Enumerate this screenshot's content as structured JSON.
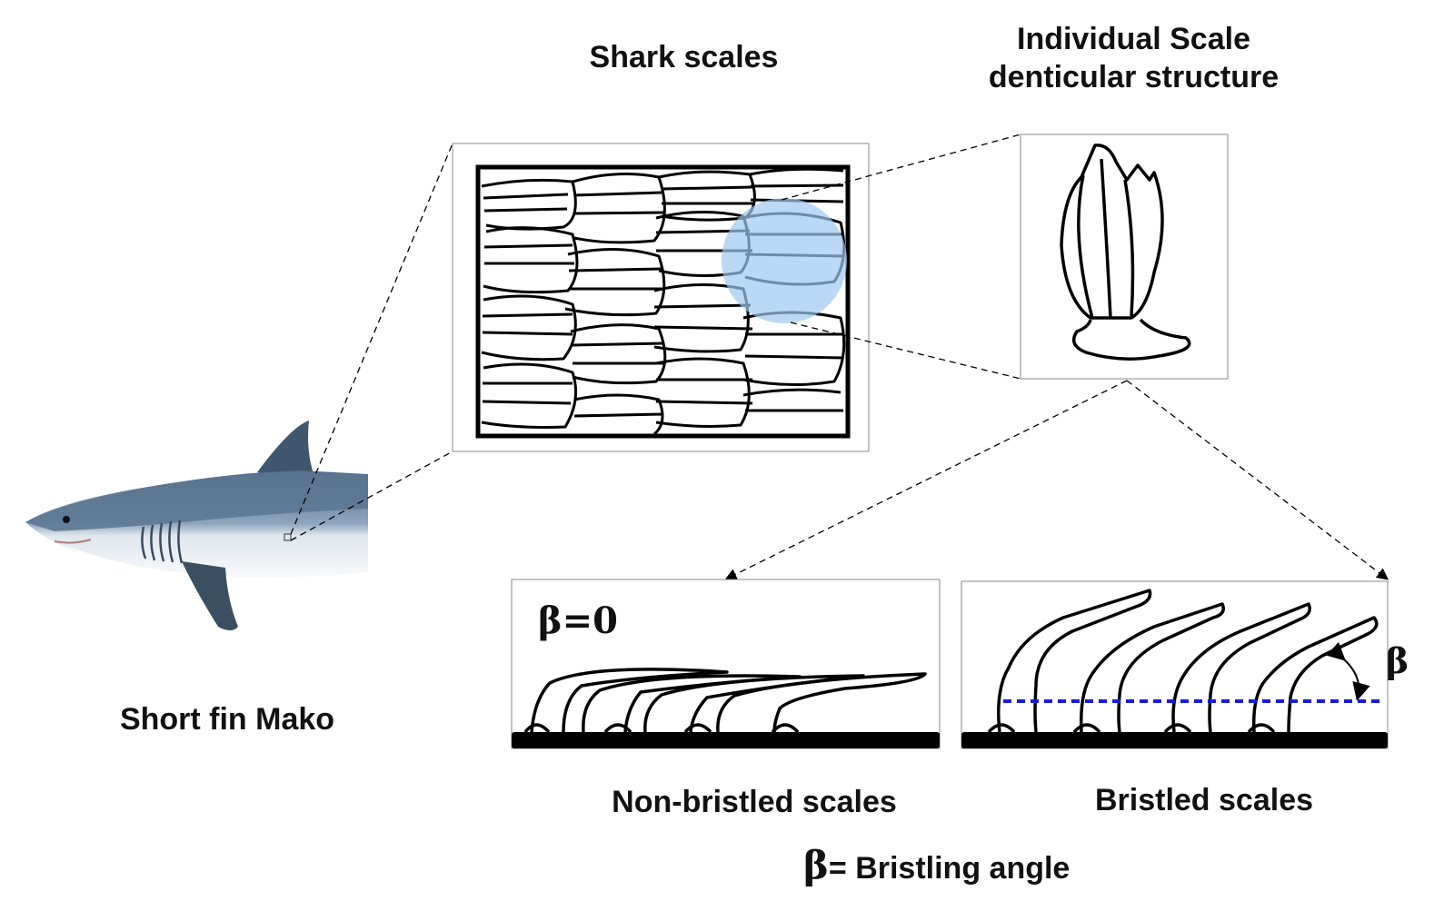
{
  "labels": {
    "shark_scales": "Shark scales",
    "individual_scale_line1": "Individual Scale",
    "individual_scale_line2": "denticular structure",
    "short_fin_mako": "Short fin Mako",
    "beta_zero": "β=0",
    "beta_symbol": "β",
    "non_bristled": "Non-bristled scales",
    "bristled": "Bristled scales",
    "legend_symbol": "β",
    "legend_text": "= Bristling angle"
  },
  "colors": {
    "line": "#000000",
    "highlight": "#9ec8f0",
    "dashed_reference": "#1a1adb",
    "shark_back": "#6f8aa3",
    "shark_belly": "#f4f6f8"
  },
  "icons": [
    "shark-illustration",
    "scale-pattern",
    "denticle-outline",
    "beta-angle-arrow"
  ]
}
